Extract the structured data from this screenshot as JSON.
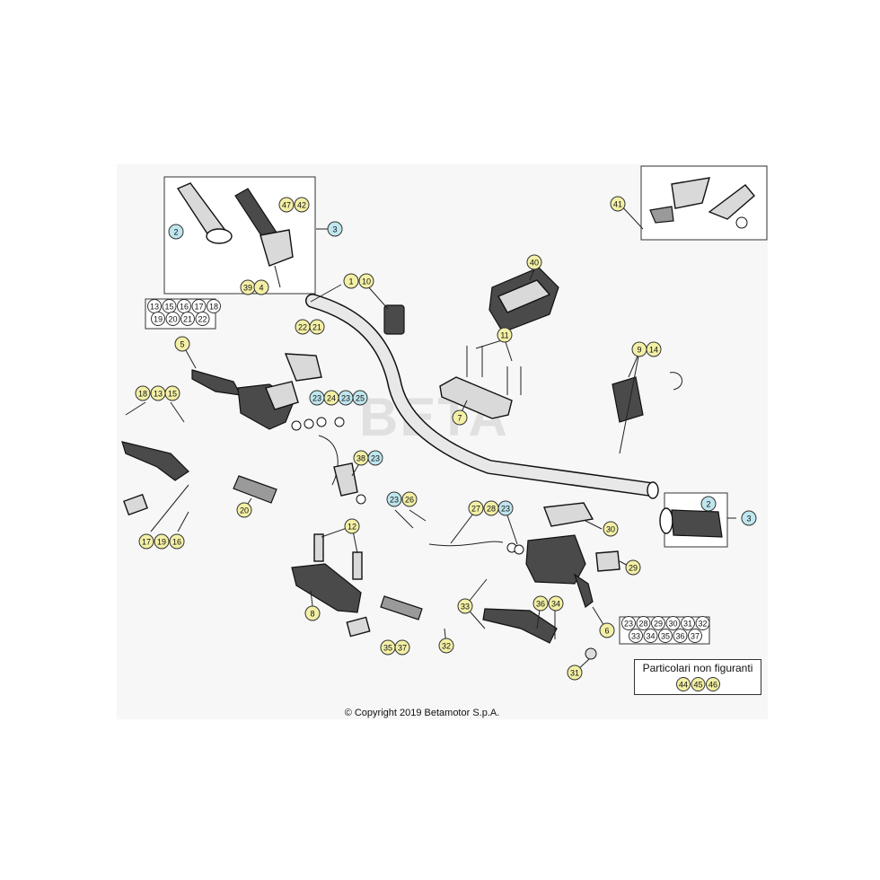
{
  "copyright": "© Copyright 2019 Betamotor S.p.A.",
  "not_shown": {
    "title": "Particolari non figuranti",
    "refs": [
      "44",
      "45",
      "46"
    ]
  },
  "colors": {
    "yellow_callout": "#f3f0a6",
    "blue_callout": "#bfe6ee",
    "line": "#222222",
    "background": "#f7f7f7"
  },
  "callouts": [
    {
      "id": "c2a",
      "label": "2",
      "color": "blue"
    },
    {
      "id": "c3a",
      "label": "3",
      "color": "blue"
    },
    {
      "id": "c47",
      "label": "47",
      "color": "yellow"
    },
    {
      "id": "c42",
      "label": "42",
      "color": "yellow"
    },
    {
      "id": "c39",
      "label": "39",
      "color": "yellow"
    },
    {
      "id": "c4",
      "label": "4",
      "color": "yellow"
    },
    {
      "id": "c41",
      "label": "41",
      "color": "yellow"
    },
    {
      "id": "c1",
      "label": "1",
      "color": "yellow"
    },
    {
      "id": "c10",
      "label": "10",
      "color": "yellow"
    },
    {
      "id": "c40",
      "label": "40",
      "color": "yellow"
    },
    {
      "id": "c11",
      "label": "11",
      "color": "yellow"
    },
    {
      "id": "c7",
      "label": "7",
      "color": "yellow"
    },
    {
      "id": "c9",
      "label": "9",
      "color": "yellow"
    },
    {
      "id": "c14",
      "label": "14",
      "color": "yellow"
    },
    {
      "id": "c5",
      "label": "5",
      "color": "yellow"
    },
    {
      "id": "c22a",
      "label": "22",
      "color": "yellow"
    },
    {
      "id": "c21a",
      "label": "21",
      "color": "yellow"
    },
    {
      "id": "c23a",
      "label": "23",
      "color": "blue"
    },
    {
      "id": "c24",
      "label": "24",
      "color": "yellow"
    },
    {
      "id": "c23b",
      "label": "23",
      "color": "blue"
    },
    {
      "id": "c25",
      "label": "25",
      "color": "blue"
    },
    {
      "id": "c18",
      "label": "18",
      "color": "yellow"
    },
    {
      "id": "c13a",
      "label": "13",
      "color": "yellow"
    },
    {
      "id": "c15a",
      "label": "15",
      "color": "yellow"
    },
    {
      "id": "c38",
      "label": "38",
      "color": "yellow"
    },
    {
      "id": "c23c",
      "label": "23",
      "color": "blue"
    },
    {
      "id": "c20",
      "label": "20",
      "color": "yellow"
    },
    {
      "id": "c17",
      "label": "17",
      "color": "yellow"
    },
    {
      "id": "c19",
      "label": "19",
      "color": "yellow"
    },
    {
      "id": "c16",
      "label": "16",
      "color": "yellow"
    },
    {
      "id": "c23d",
      "label": "23",
      "color": "blue"
    },
    {
      "id": "c26",
      "label": "26",
      "color": "yellow"
    },
    {
      "id": "c27",
      "label": "27",
      "color": "yellow"
    },
    {
      "id": "c28",
      "label": "28",
      "color": "yellow"
    },
    {
      "id": "c23e",
      "label": "23",
      "color": "blue"
    },
    {
      "id": "c2b",
      "label": "2",
      "color": "blue"
    },
    {
      "id": "c3b",
      "label": "3",
      "color": "blue"
    },
    {
      "id": "c30",
      "label": "30",
      "color": "yellow"
    },
    {
      "id": "c29",
      "label": "29",
      "color": "yellow"
    },
    {
      "id": "c12",
      "label": "12",
      "color": "yellow"
    },
    {
      "id": "c8",
      "label": "8",
      "color": "yellow"
    },
    {
      "id": "c33",
      "label": "33",
      "color": "yellow"
    },
    {
      "id": "c36",
      "label": "36",
      "color": "yellow"
    },
    {
      "id": "c34",
      "label": "34",
      "color": "yellow"
    },
    {
      "id": "c6",
      "label": "6",
      "color": "yellow"
    },
    {
      "id": "c35",
      "label": "35",
      "color": "yellow"
    },
    {
      "id": "c37",
      "label": "37",
      "color": "yellow"
    },
    {
      "id": "c32",
      "label": "32",
      "color": "yellow"
    },
    {
      "id": "c31",
      "label": "31",
      "color": "yellow"
    }
  ],
  "groups": [
    {
      "id": "g5",
      "rows": [
        [
          "13",
          "15",
          "16",
          "17",
          "18"
        ],
        [
          "19",
          "20",
          "21",
          "22"
        ]
      ]
    },
    {
      "id": "g6",
      "rows": [
        [
          "23",
          "28",
          "29",
          "30",
          "31",
          "32"
        ],
        [
          "33",
          "34",
          "35",
          "36",
          "37"
        ]
      ]
    }
  ]
}
